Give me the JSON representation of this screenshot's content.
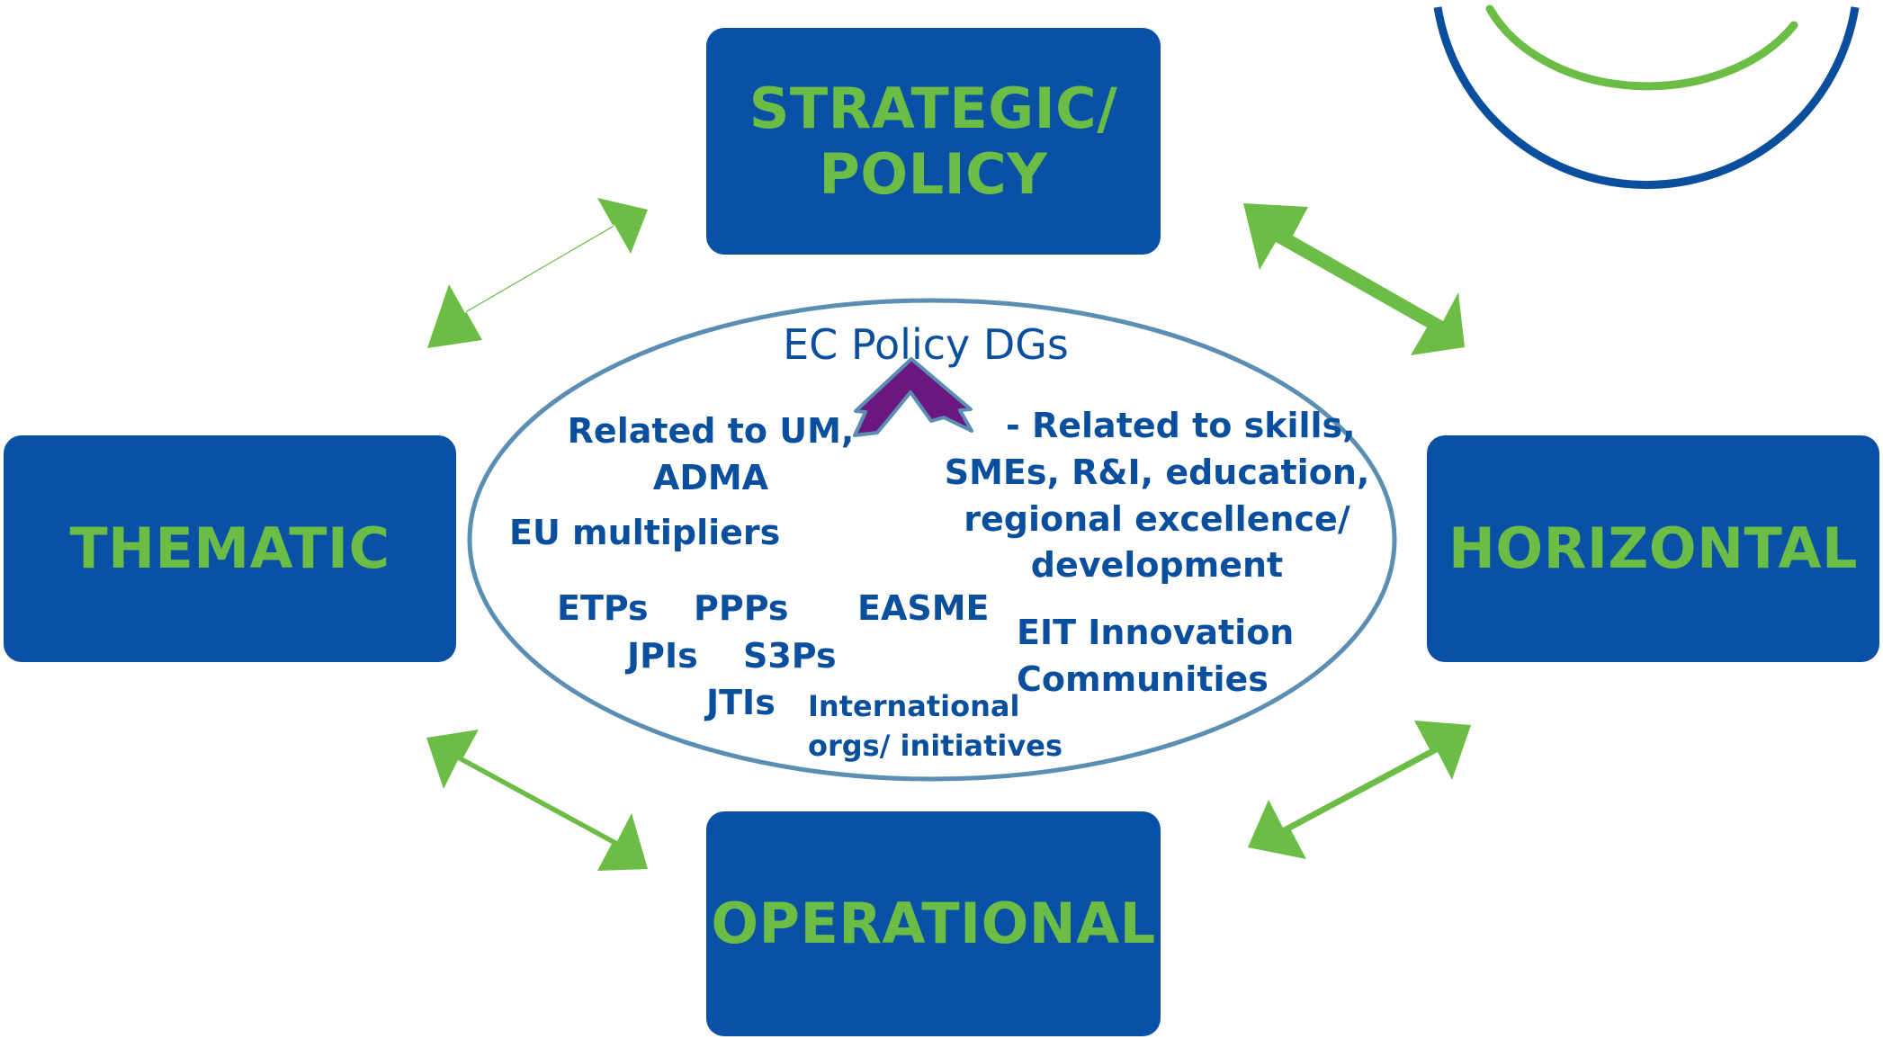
{
  "colors": {
    "box_fill": "#0a51a6",
    "box_text": "#6cbd45",
    "arrow_green": "#6cbd45",
    "ellipse_stroke": "#5a8fb3",
    "inner_text": "#0a4f9e",
    "purple_arrow": "#6a1780",
    "logo_blue": "#0a4f9e",
    "logo_green": "#6cbd45"
  },
  "boxes": {
    "strategic": {
      "line1": "STRATEGIC/",
      "line2": "POLICY"
    },
    "thematic": "THEMATIC",
    "horizontal": "HORIZONTAL",
    "operational": "OPERATIONAL"
  },
  "ellipse": {
    "title": "EC Policy DGs",
    "left_group": {
      "line1": "Related to UM,",
      "line2": "ADMA"
    },
    "eu_multipliers": "EU multipliers",
    "right_group": {
      "line1": "- Related to skills,",
      "line2": "SMEs, R&I, education,",
      "line3": "regional excellence/",
      "line4": "development"
    },
    "etps": "ETPs",
    "ppps": "PPPs",
    "easme": "EASME",
    "jpis": "JPIs",
    "s3ps": "S3Ps",
    "jtis": "JTIs",
    "eit": {
      "line1": "EIT Innovation",
      "line2": "Communities"
    },
    "international": {
      "line1": "International",
      "line2": "orgs/ initiatives"
    }
  },
  "icons": {
    "arrows": "double-headed-arrow",
    "purple": "chevron-split-arrow",
    "logo": "concentric-arcs-logo"
  }
}
